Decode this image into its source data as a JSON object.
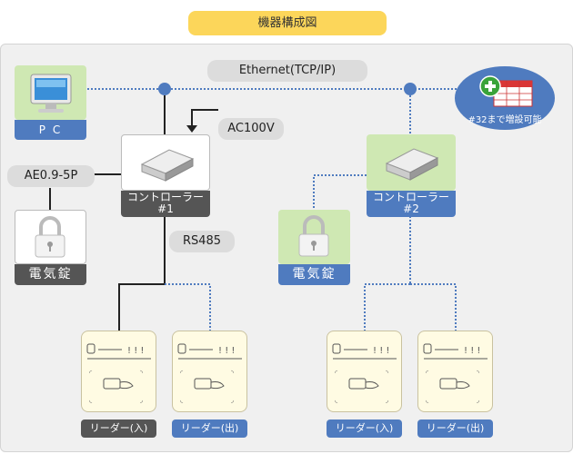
{
  "title": "機器構成図",
  "network_label": "Ethernet(TCP/IP)",
  "power_label": "AC100V",
  "cable_label": "AE0.9-5P",
  "serial_label": "RS485",
  "pc": {
    "label": "P C"
  },
  "expansion": {
    "label": "#32まで増設可能"
  },
  "controller1": {
    "name": "コントローラー",
    "number": "#1"
  },
  "controller2": {
    "name": "コントローラー",
    "number": "#2"
  },
  "lock1": {
    "label": "電気錠"
  },
  "lock2": {
    "label": "電気錠"
  },
  "readers": [
    {
      "label": "リーダー(入)"
    },
    {
      "label": "リーダー(出)"
    },
    {
      "label": "リーダー(入)"
    },
    {
      "label": "リーダー(出)"
    }
  ],
  "colors": {
    "title": "#fcd65a",
    "caption_blue": "#4f7bbf",
    "caption_dark": "#555555",
    "device_green": "#cfe8b3",
    "network_blue": "#4f7bbf"
  }
}
